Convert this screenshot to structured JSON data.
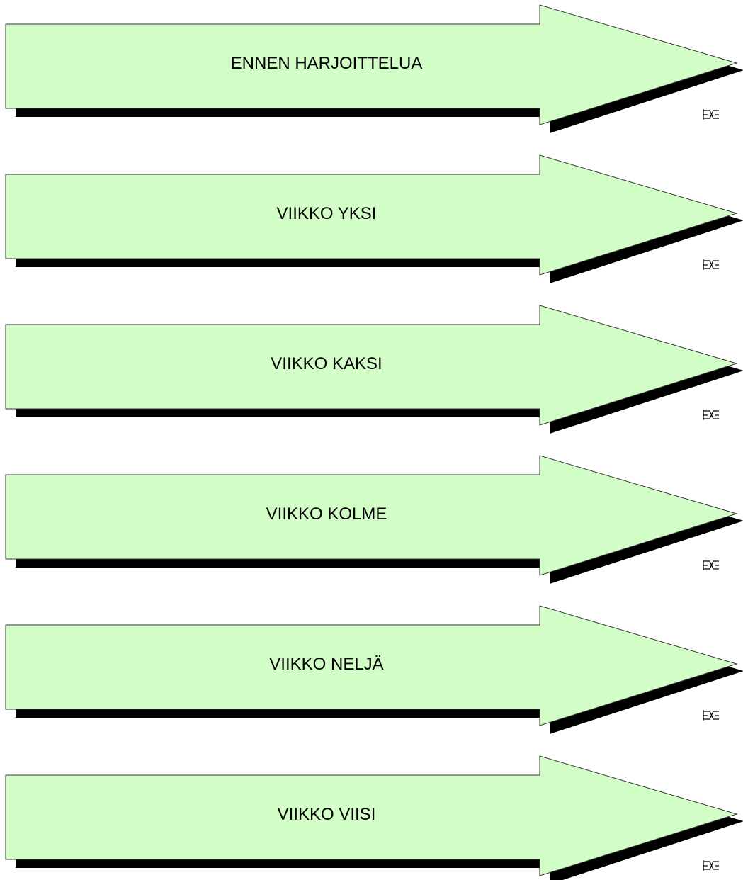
{
  "colors": {
    "arrow_fill": "#d3fdc7",
    "arrow_stroke": "#333333",
    "shadow": "#000000"
  },
  "arrows": [
    {
      "label": "ENNEN HARJOITTELUA",
      "icon": "scissors-icon"
    },
    {
      "label": "VIIKKO YKSI",
      "icon": "scissors-icon"
    },
    {
      "label": "VIIKKO KAKSI",
      "icon": "scissors-icon"
    },
    {
      "label": "VIIKKO KOLME",
      "icon": "scissors-icon"
    },
    {
      "label": "VIIKKO NELJÄ",
      "icon": "scissors-icon"
    },
    {
      "label": "VIIKKO VIISI",
      "icon": "scissors-icon"
    }
  ]
}
